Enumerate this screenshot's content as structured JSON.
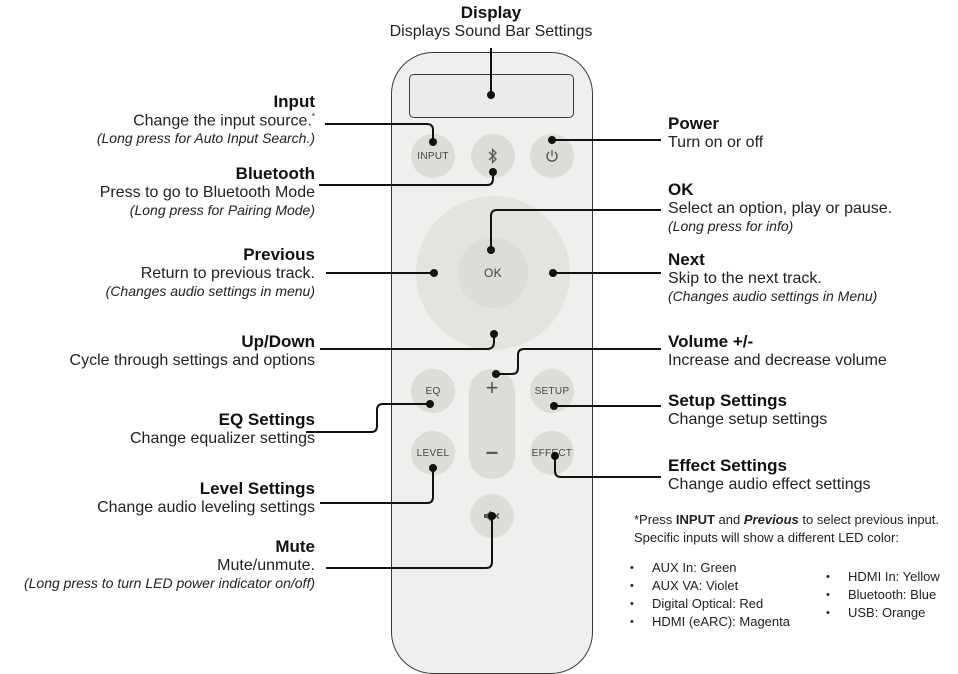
{
  "display": {
    "title": "Display",
    "desc": "Displays Sound Bar Settings"
  },
  "input": {
    "title": "Input",
    "desc": "Change the input source.",
    "marker": "*",
    "note": "(Long press for Auto Input Search.)"
  },
  "bluetooth": {
    "title": "Bluetooth",
    "desc": "Press to go to Bluetooth Mode",
    "note": "(Long press for Pairing Mode)"
  },
  "previous": {
    "title": "Previous",
    "desc": "Return to previous track.",
    "note": "(Changes audio settings in menu)"
  },
  "updown": {
    "title": "Up/Down",
    "desc": "Cycle through settings and options"
  },
  "eq": {
    "title": "EQ Settings",
    "desc": "Change equalizer settings"
  },
  "level": {
    "title": "Level Settings",
    "desc": "Change audio leveling settings"
  },
  "mute": {
    "title": "Mute",
    "desc": "Mute/unmute.",
    "note": "(Long press to turn LED power indicator on/off)"
  },
  "power": {
    "title": "Power",
    "desc": "Turn on or off"
  },
  "ok": {
    "title": "OK",
    "desc": "Select an option, play or pause.",
    "note": "(Long press for info)"
  },
  "next": {
    "title": "Next",
    "desc": "Skip to the next track.",
    "note": "(Changes audio settings in Menu)"
  },
  "volume": {
    "title": "Volume +/-",
    "desc": "Increase and decrease volume"
  },
  "setup": {
    "title": "Setup Settings",
    "desc": "Change setup settings"
  },
  "effect": {
    "title": "Effect Settings",
    "desc": "Change audio effect settings"
  },
  "remote": {
    "input_label": "INPUT",
    "ok_label": "OK",
    "eq_label": "EQ",
    "level_label": "LEVEL",
    "setup_label": "SETUP",
    "effect_label": "EFFECT",
    "vol_plus": "+",
    "vol_minus": "–",
    "icons": [
      "bluetooth-icon",
      "power-icon",
      "mute-icon"
    ],
    "colors": {
      "body": "#efefed",
      "button": "#dcdcd9",
      "dpad": "#e3e3e0",
      "outline": "#3a3a3a"
    }
  },
  "footnote": {
    "line1_prefix": "*Press",
    "line1_bold1": "INPUT",
    "line1_mid": "and",
    "line1_bold2": "Previous",
    "line1_suffix": "to select previous input.",
    "line2": "Specific inputs will show a different LED color:"
  },
  "leds_left": [
    "AUX In: Green",
    "AUX VA: Violet",
    "Digital Optical: Red",
    "HDMI (eARC): Magenta"
  ],
  "leds_right": [
    "HDMI In: Yellow",
    "Bluetooth: Blue",
    "USB: Orange"
  ]
}
